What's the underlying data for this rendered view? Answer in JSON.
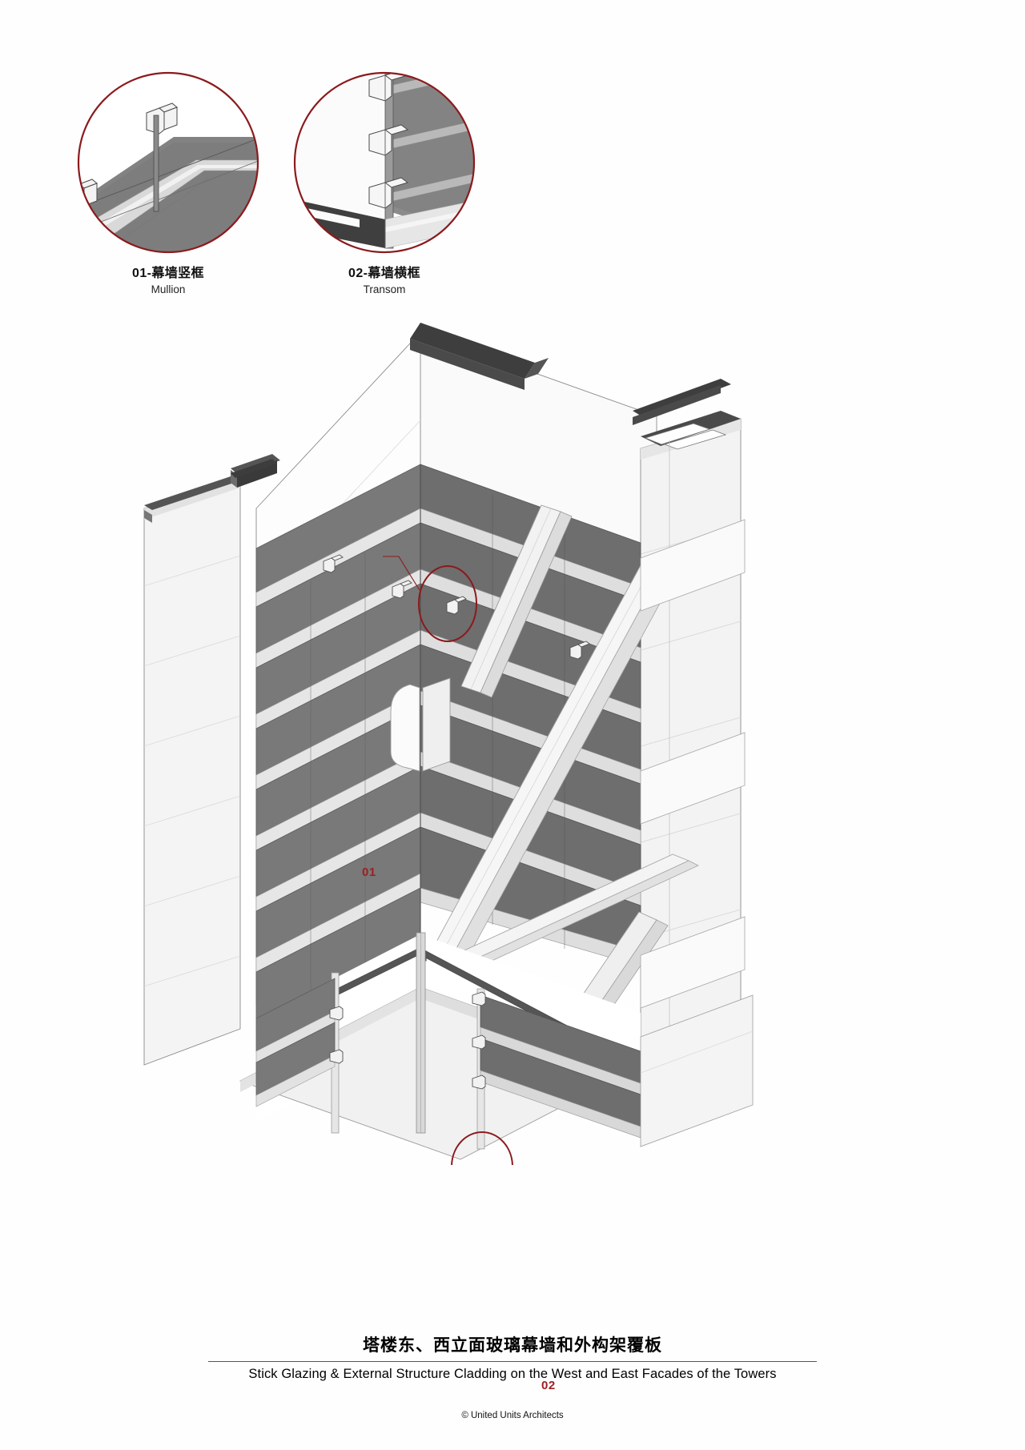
{
  "sheet": {
    "background_color": "#fefefe",
    "accent_color": "#9e1f22"
  },
  "details": [
    {
      "id": "01",
      "label_cn": "01-幕墙竖框",
      "label_en": "Mullion",
      "circle_color": "#8b1a1d",
      "icon": "detail-circle-icon"
    },
    {
      "id": "02",
      "label_cn": "02-幕墙横框",
      "label_en": "Transom",
      "circle_color": "#8b1a1d",
      "icon": "detail-circle-icon"
    }
  ],
  "axonometric": {
    "title_hint": "tower corner axonometric",
    "callouts": [
      {
        "id": "callout-01",
        "text": "01"
      },
      {
        "id": "callout-02",
        "text": "02"
      }
    ],
    "colors": {
      "glass_dark": "#797979",
      "glass_dark_side": "#6e6e6e",
      "spandrel_light": "#e3e3e3",
      "panel_white": "#f7f7f7",
      "parapet_dark": "#3e3e3e",
      "outline": "#5a5a5a"
    }
  },
  "caption": {
    "title_cn": "塔楼东、西立面玻璃幕墙和外构架覆板",
    "title_en": "Stick Glazing & External Structure Cladding on the West and East Facades of the Towers"
  },
  "credit": {
    "text": "© United Units Architects"
  }
}
